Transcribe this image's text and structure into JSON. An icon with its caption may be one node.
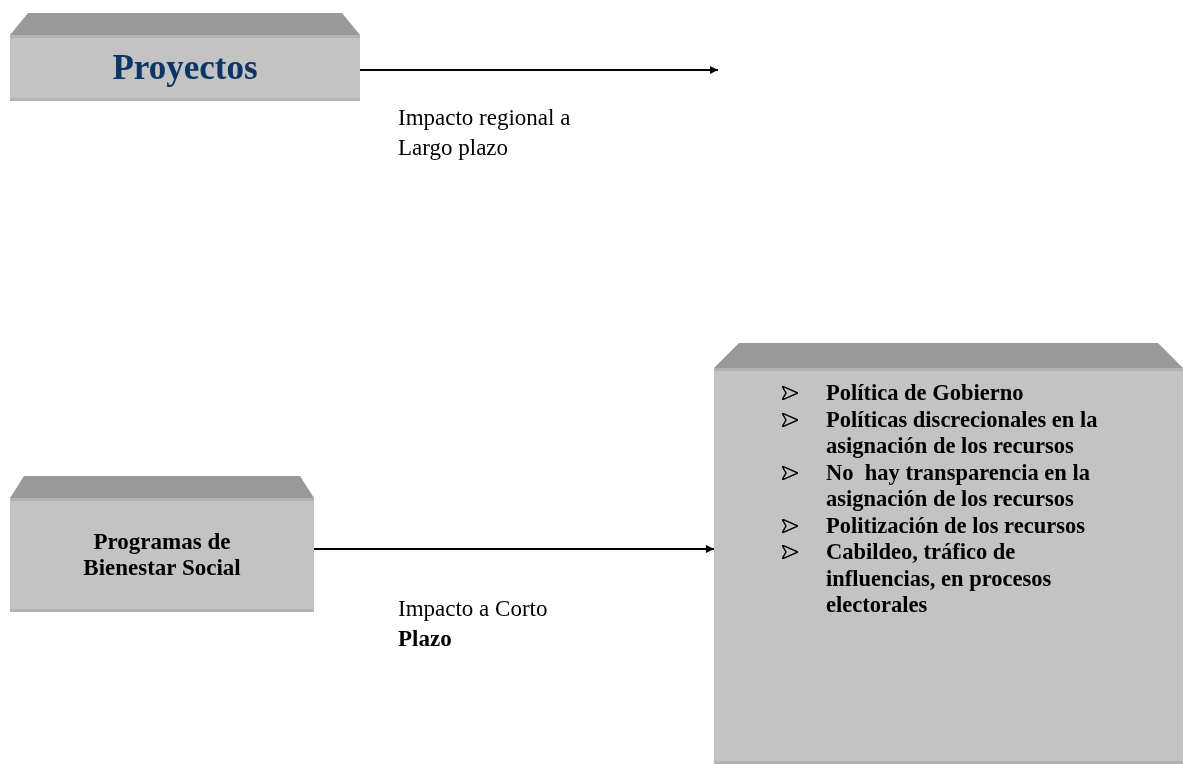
{
  "diagram": {
    "nodes": [
      {
        "text": [
          "Proyectos"
        ]
      },
      {
        "text": [
          "Programas de Bienestar Social"
        ]
      },
      {
        "text": [
          "Política de Gobierno",
          "Políticas discrecionales en la asignación de los recursos",
          "No  hay transparencia en la asignación de los recursos",
          "Politización de los recursos",
          "Cabildeo, tráfico de influencias, en procesos electorales"
        ]
      }
    ],
    "edges": [
      {
        "from": 0,
        "to": null,
        "arrow": "to",
        "label": "Impacto regional a Largo plazo"
      },
      {
        "from": 1,
        "to": 2,
        "arrow": "to",
        "label": "Impacto a Corto **Plazo**"
      }
    ]
  }
}
